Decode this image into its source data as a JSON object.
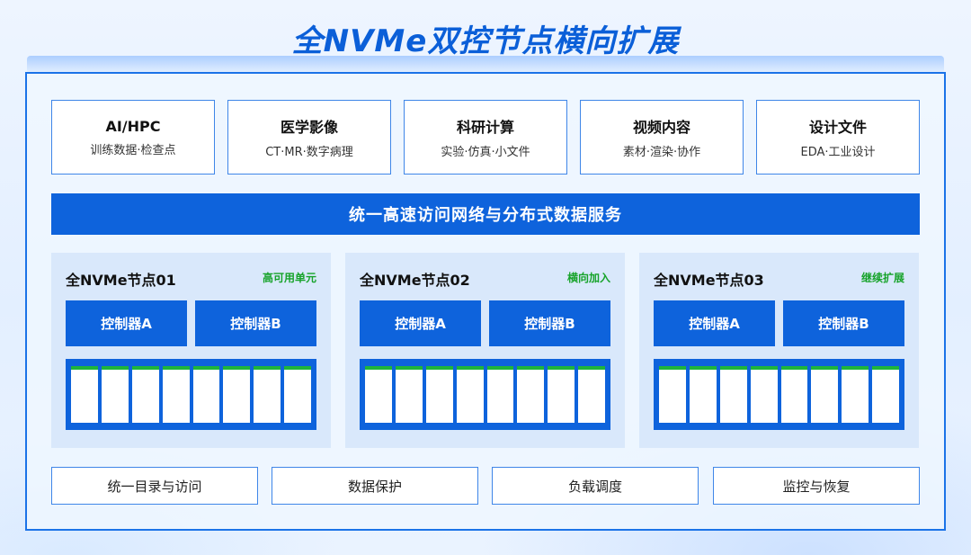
{
  "title": "全NVMe双控节点横向扩展",
  "workloads": [
    {
      "title": "AI/HPC",
      "subtitle": "训练数据·检查点"
    },
    {
      "title": "医学影像",
      "subtitle": "CT·MR·数字病理"
    },
    {
      "title": "科研计算",
      "subtitle": "实验·仿真·小文件"
    },
    {
      "title": "视频内容",
      "subtitle": "素材·渲染·协作"
    },
    {
      "title": "设计文件",
      "subtitle": "EDA·工业设计"
    }
  ],
  "network_bar": "统一高速访问网络与分布式数据服务",
  "nodes": [
    {
      "name": "全NVMe节点01",
      "tag": "高可用单元",
      "controllers": [
        "控制器A",
        "控制器B"
      ],
      "drives": 8
    },
    {
      "name": "全NVMe节点02",
      "tag": "横向加入",
      "controllers": [
        "控制器A",
        "控制器B"
      ],
      "drives": 8
    },
    {
      "name": "全NVMe节点03",
      "tag": "继续扩展",
      "controllers": [
        "控制器A",
        "控制器B"
      ],
      "drives": 8
    }
  ],
  "functions": [
    "统一目录与访问",
    "数据保护",
    "负载调度",
    "监控与恢复"
  ],
  "colors": {
    "primary": "#0e63dc",
    "accent_green": "#17a32a",
    "title": "#0b5fd8"
  }
}
